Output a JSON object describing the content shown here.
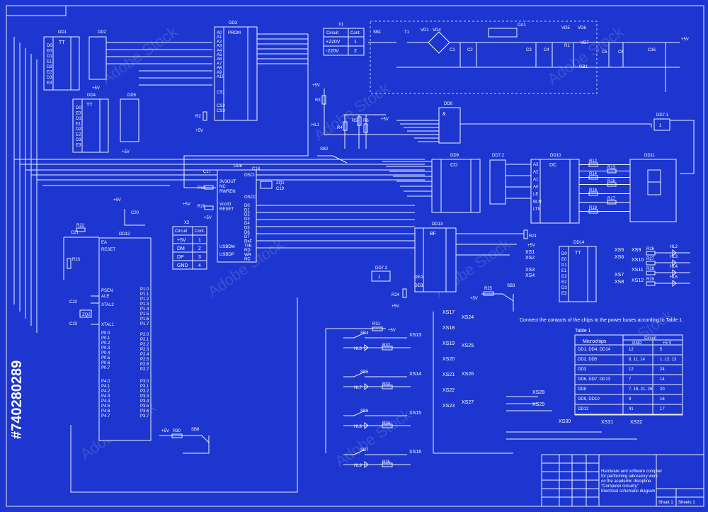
{
  "watermark": {
    "brand": "Adobe Stock",
    "id": "#740280289"
  },
  "note": "Connect the contacts of the chips to the power buses according to Table 1.",
  "table1": {
    "title": "Table 1",
    "col_chip": "Microchips",
    "col_circuit": "Circuit",
    "col_gnd": "GND",
    "col_5v": "+5 V",
    "rows": [
      {
        "chip": "DD1, DD4, DD14",
        "gnd": "12",
        "vcc": "5"
      },
      {
        "chip": "DD2, DD5",
        "gnd": "8, 11, 14",
        "vcc": "1, 12, 13"
      },
      {
        "chip": "DD3",
        "gnd": "12",
        "vcc": "24"
      },
      {
        "chip": "DD6, DD7, DD13",
        "gnd": "7",
        "vcc": "14"
      },
      {
        "chip": "DD8",
        "gnd": "7, 18, 21, 26",
        "vcc": "20"
      },
      {
        "chip": "DD9, DD10",
        "gnd": "8",
        "vcc": "16"
      },
      {
        "chip": "DD12",
        "gnd": "41",
        "vcc": "17"
      }
    ]
  },
  "title_block": {
    "line1": "Hardware and software complex",
    "line2": "for performing laboratory work",
    "line3": "on the academic discipline",
    "line4": "\"Computer circuitry\"",
    "line5": "Electrical schematic diagram",
    "sheet": "Sheet 1",
    "sheets": "Sheets 1"
  },
  "x1": {
    "name": "X1",
    "h_circuit": "Circuit",
    "h_cont": "Cont.",
    "r1": "+220V",
    "r1c": "1",
    "r2": "-220V",
    "r2c": "2"
  },
  "x2": {
    "name": "X2",
    "h_circuit": "Circuit",
    "h_cont": "Cont.",
    "rows": [
      [
        "+5V",
        "1"
      ],
      [
        "DM",
        "2"
      ],
      [
        "DP",
        "3"
      ],
      [
        "GND",
        "4"
      ]
    ]
  },
  "chips": {
    "dd1": {
      "name": "DD1",
      "type": "TT",
      "pins": [
        "D0",
        "E0",
        "D1",
        "E1",
        "D2",
        "E2",
        "D3",
        "E3"
      ]
    },
    "dd2": {
      "name": "DD2"
    },
    "dd3": {
      "name": "DD3",
      "type": "PROM",
      "pins": [
        "A0",
        "A1",
        "A2",
        "A3",
        "A4",
        "A5",
        "A6",
        "A7",
        "A8",
        "A9",
        "A10",
        "CS1",
        "CS2",
        "CS3"
      ]
    },
    "dd4": {
      "name": "DD4",
      "type": "TT",
      "pins": [
        "D0",
        "E0",
        "D1",
        "E1",
        "D2",
        "E2",
        "D3",
        "E3"
      ]
    },
    "dd5": {
      "name": "DD5"
    },
    "dd6": {
      "name": "DD6",
      "type": "&"
    },
    "dd71": {
      "name": "DD7.1",
      "type": "1"
    },
    "dd72": {
      "name": "DD7.2",
      "type": "1"
    },
    "dd73": {
      "name": "DD7.3",
      "type": "1"
    },
    "dd8": {
      "name": "DD8",
      "pins_l": [
        "3V3OUT",
        "NC",
        "RWREN",
        "VccIO",
        "RESET",
        "USBDM",
        "USBDP"
      ],
      "pins_r": [
        "OSCI",
        "OSCO",
        "D0",
        "D1",
        "D2",
        "D3",
        "D4",
        "D5",
        "D6",
        "D7",
        "RxF",
        "TxE",
        "RD",
        "WR",
        "NC"
      ]
    },
    "dd9": {
      "name": "DD9",
      "type": "CD"
    },
    "dd10": {
      "name": "DD10",
      "type": "DC",
      "pins": [
        "A3",
        "A2",
        "A1",
        "A0",
        "LE",
        "BLN",
        "LTN"
      ]
    },
    "dd11": {
      "name": "DD11"
    },
    "dd12": {
      "name": "DD12",
      "pins": [
        "EA",
        "RESET",
        "PSEN",
        "ALE",
        "XTAL2",
        "XTAL1",
        "P0.0",
        "P0.1",
        "P0.2",
        "P0.3",
        "P0.4",
        "P0.5",
        "P0.6",
        "P0.7",
        "P4.0",
        "P4.1",
        "P4.2",
        "P4.3",
        "P4.4",
        "P4.5",
        "P4.6",
        "P4.7"
      ],
      "pins_r": [
        "P1.0",
        "P1.1",
        "P1.2",
        "P1.3",
        "P1.4",
        "P1.5",
        "P1.6",
        "P1.7",
        "P2.0",
        "P2.1",
        "P2.2",
        "P2.3",
        "P2.4",
        "P2.5",
        "P2.6",
        "P2.7",
        "P3.0",
        "P3.1",
        "P3.2",
        "P3.3",
        "P3.4",
        "P3.5",
        "P3.6",
        "P3.7"
      ]
    },
    "dd13": {
      "name": "DD13",
      "type": "BF",
      "pins": [
        "OEA",
        "OEB"
      ]
    },
    "dd14": {
      "name": "DD14",
      "type": "TT",
      "pins": [
        "D0",
        "E0",
        "D1",
        "E1",
        "D2",
        "E2",
        "D3",
        "E3"
      ]
    },
    "da1": {
      "name": "DA1"
    }
  },
  "power": {
    "labels": [
      "SB1",
      "T1",
      "VD1 - VD4",
      "C1",
      "C2",
      "C3",
      "C4",
      "VD5",
      "VD6",
      "R1",
      "VD7",
      "GB1",
      "C5",
      "C6",
      "C16"
    ],
    "vcc": "+5V"
  },
  "parts": {
    "r": [
      "R2",
      "R3",
      "R4",
      "R5",
      "R6",
      "R7",
      "R8",
      "R9",
      "R10",
      "R11",
      "R12",
      "R13",
      "R14",
      "R15",
      "R16",
      "R17",
      "R18",
      "R19",
      "R20",
      "R21",
      "R22",
      "R23",
      "R24",
      "R25",
      "R26",
      "R27",
      "R28",
      "R29",
      "R30",
      "R31",
      "R32",
      "R33",
      "R34",
      "R35"
    ],
    "c": [
      "C17",
      "C18",
      "C19",
      "C20",
      "C21",
      "C22",
      "C23"
    ],
    "zq": [
      "ZQ1",
      "ZQ2"
    ],
    "hl": [
      "HL1",
      "HL2",
      "HL3",
      "HL4",
      "HL5",
      "HL6",
      "HL7",
      "HL8",
      "HL9"
    ],
    "sb": [
      "SB2",
      "SB3",
      "SB4",
      "SB5",
      "SB6",
      "SB7",
      "SB8"
    ],
    "xs": [
      "XS1",
      "XS2",
      "XS3",
      "XS4",
      "XS5",
      "XS6",
      "XS7",
      "XS8",
      "XS9",
      "XS10",
      "XS11",
      "XS12",
      "XS13",
      "XS14",
      "XS15",
      "XS16",
      "XS17",
      "XS18",
      "XS19",
      "XS20",
      "XS21",
      "XS22",
      "XS23",
      "XS24",
      "XS25",
      "XS26",
      "XS27",
      "XS28",
      "XS29",
      "XS30",
      "XS31",
      "XS32"
    ]
  },
  "vcc": "+5V"
}
